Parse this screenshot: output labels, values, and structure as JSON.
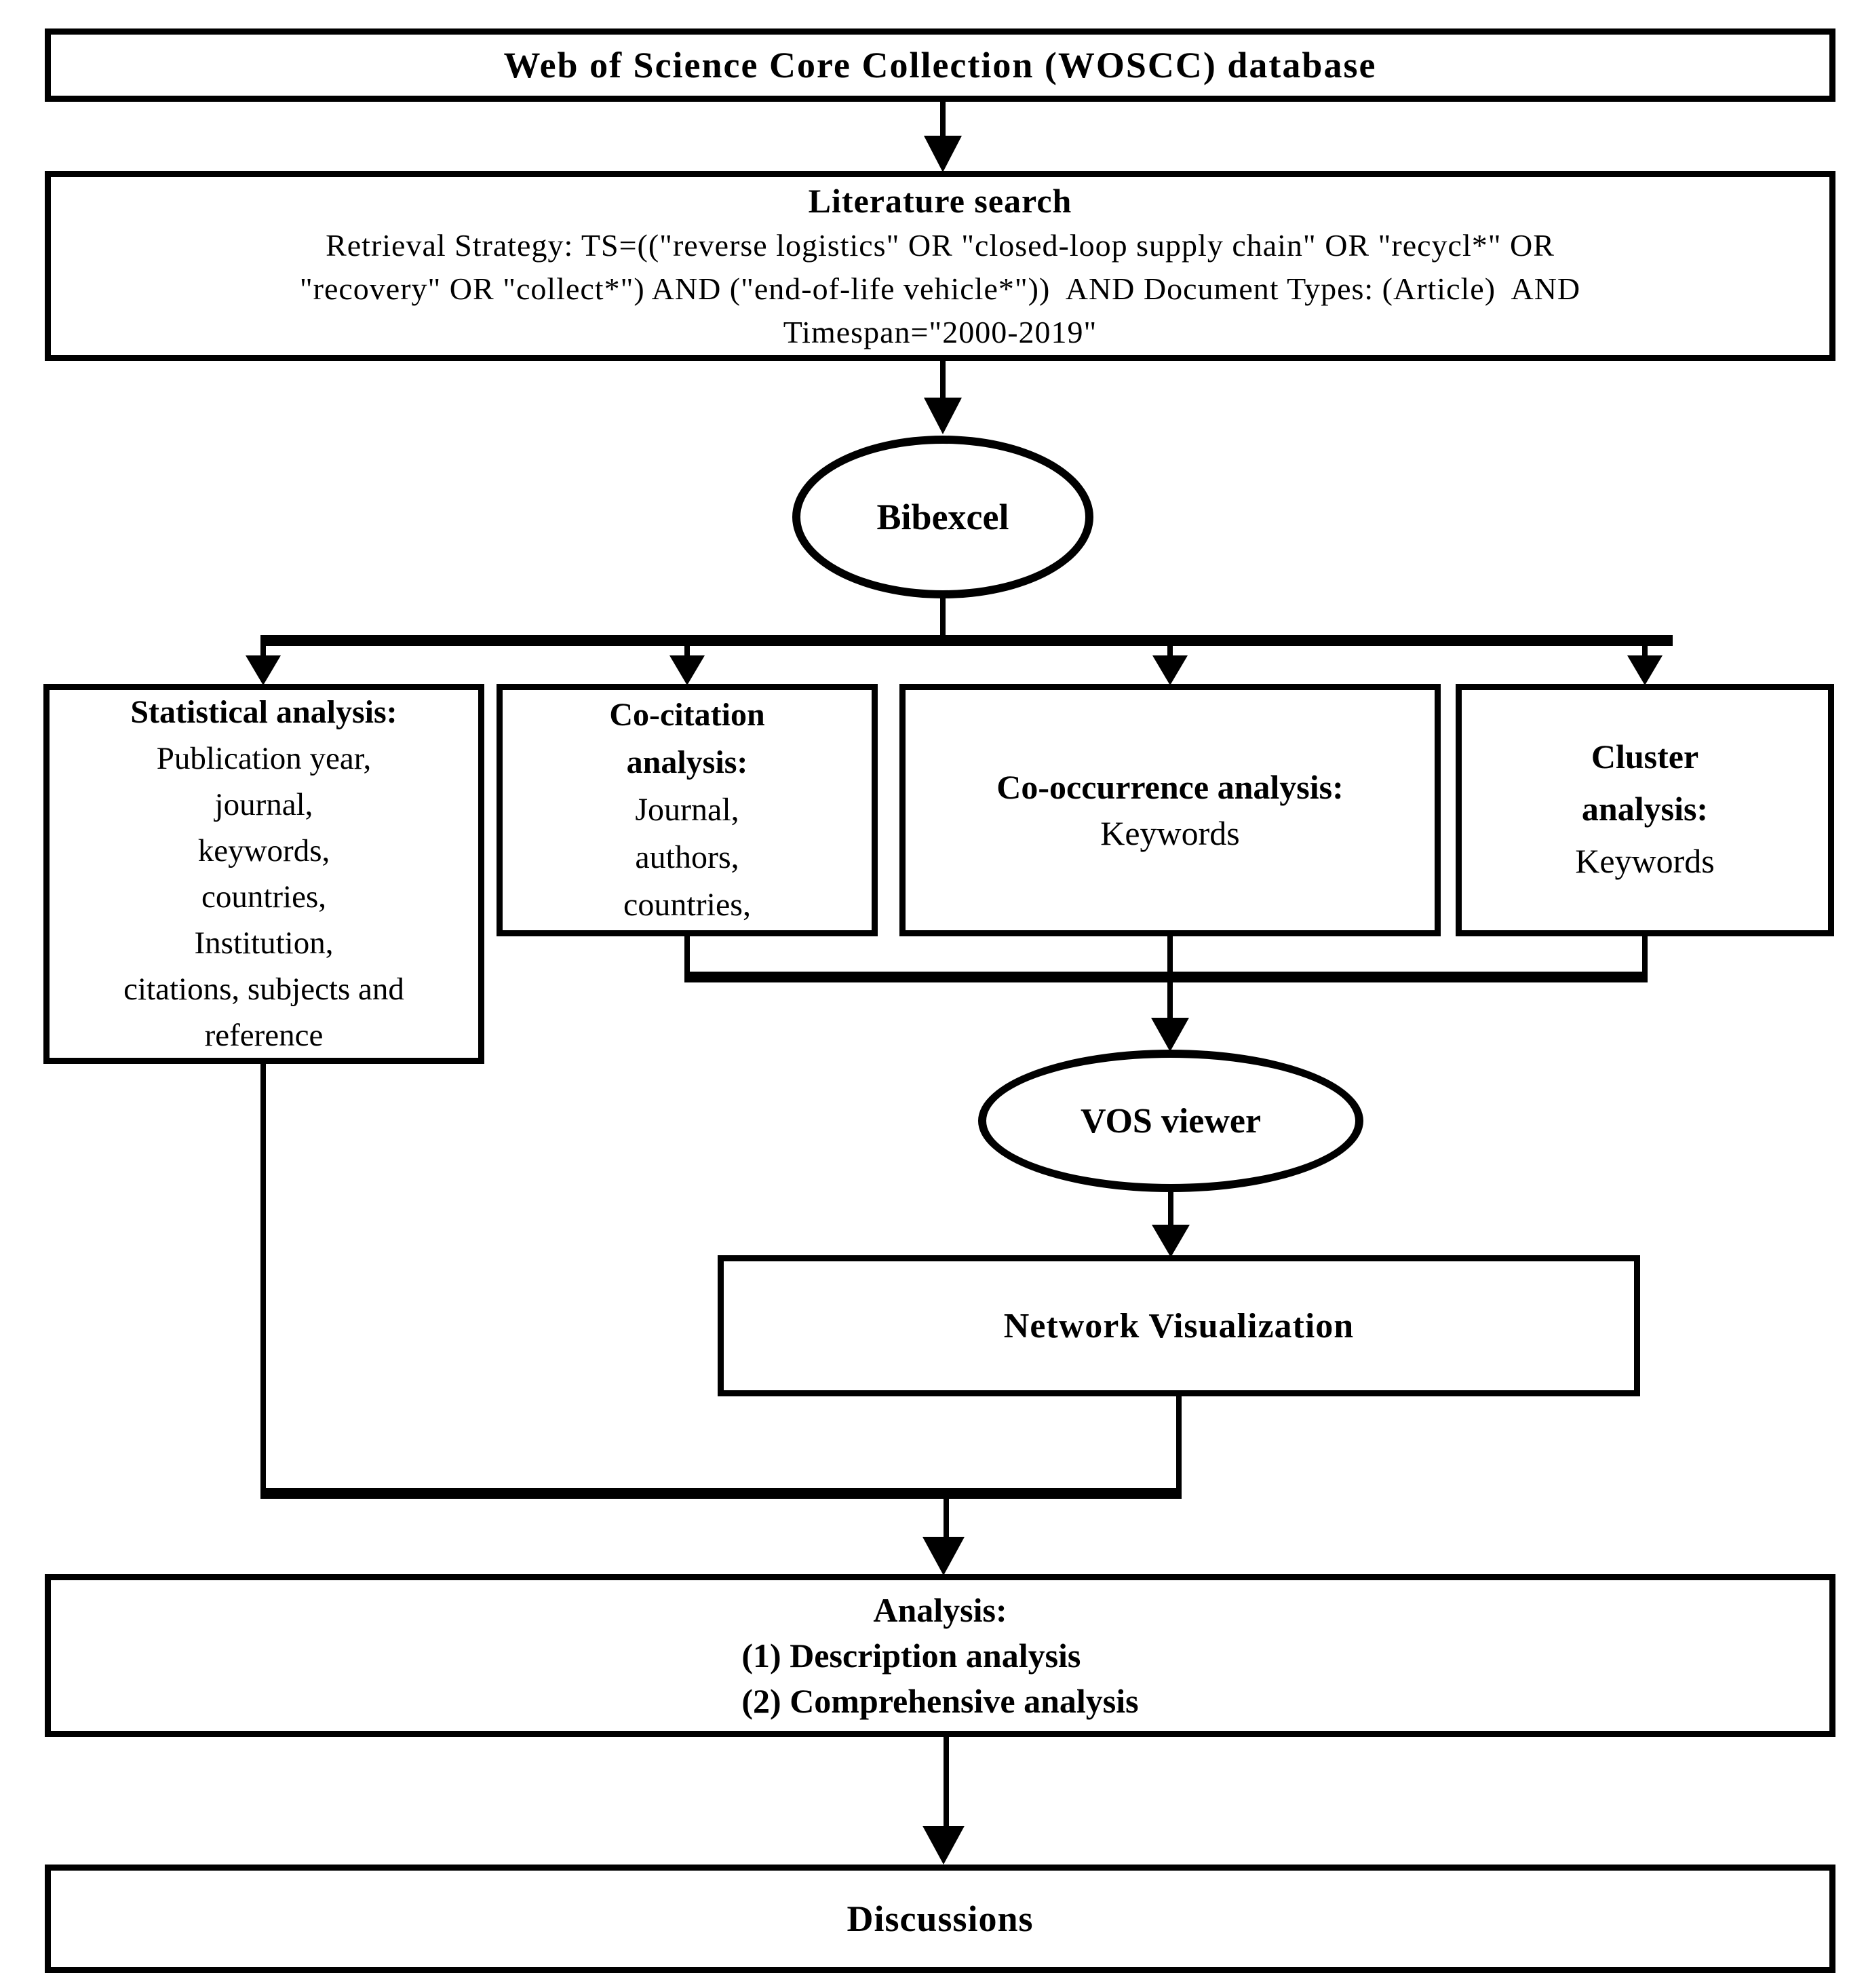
{
  "diagram": {
    "woscc": {
      "title": "Web of Science Core Collection (WOSCC) database"
    },
    "literature": {
      "title": "Literature search",
      "lines": [
        "Retrieval Strategy: TS=((\"reverse logistics\" OR \"closed-loop supply chain\" OR \"recycl*\" OR",
        "\"recovery\" OR \"collect*\") AND (\"end-of-life vehicle*\"))  AND Document Types: (Article)  AND",
        "Timespan=\"2000-2019\""
      ]
    },
    "bibexcel": {
      "label": "Bibexcel"
    },
    "statistical": {
      "title": "Statistical analysis:",
      "items": [
        "Publication year,",
        "journal,",
        "keywords,",
        "countries,",
        "Institution,",
        "citations, subjects and",
        "reference"
      ]
    },
    "cocitation": {
      "title_line1": "Co-citation",
      "title_line2": "analysis:",
      "items": [
        "Journal,",
        "authors,",
        "countries,"
      ]
    },
    "cooccurrence": {
      "title": "Co-occurrence analysis:",
      "items": [
        "Keywords"
      ]
    },
    "cluster": {
      "title_line1": "Cluster",
      "title_line2": "analysis:",
      "items": [
        "Keywords"
      ]
    },
    "vos": {
      "label": "VOS viewer"
    },
    "network": {
      "label": "Network Visualization"
    },
    "analysis": {
      "title": "Analysis:",
      "items": [
        "(1) Description analysis",
        "(2) Comprehensive analysis"
      ]
    },
    "discussions": {
      "label": "Discussions"
    },
    "colors": {
      "ink": "#000000",
      "background": "#ffffff"
    }
  }
}
